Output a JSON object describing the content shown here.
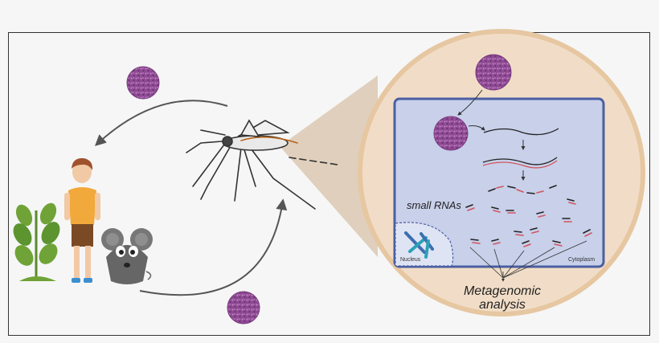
{
  "labels": {
    "small_rnas": "small RNAs",
    "nucleus": "Nucleus",
    "cytoplasm": "Cytoplasm",
    "analysis_line1": "Metagenomic",
    "analysis_line2": "analysis"
  },
  "icons": [
    "virus-icon",
    "mosquito-icon",
    "human-icon",
    "plant-icon",
    "mouse-icon"
  ],
  "colors": {
    "cell_fill": "#c8d0ea",
    "cell_border": "#4a5fa3",
    "magnifier_fill": "#f1ddc7",
    "magnifier_border": "#e6c7a1",
    "virus": "#9a4f9c",
    "rna_red": "#d2545c",
    "rna_dark": "#222222"
  }
}
